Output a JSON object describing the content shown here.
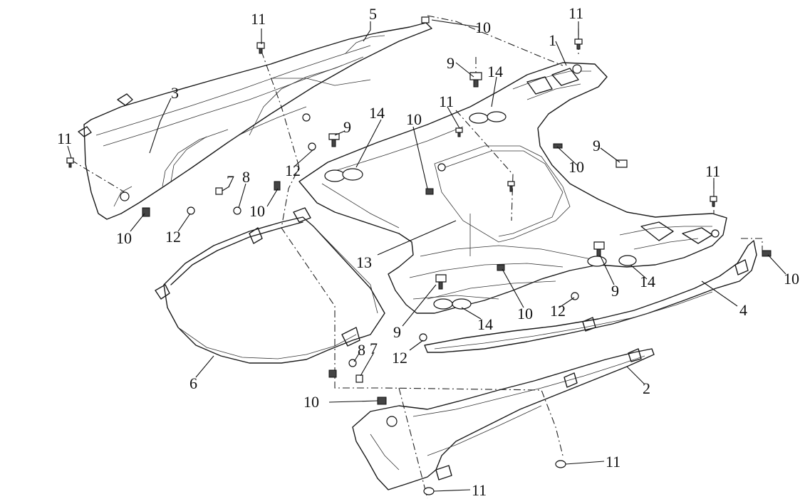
{
  "diagram": {
    "callouts": [
      {
        "id": "c5",
        "text": "5"
      },
      {
        "id": "c11a",
        "text": "11"
      },
      {
        "id": "c10a",
        "text": "10"
      },
      {
        "id": "c11b",
        "text": "11"
      },
      {
        "id": "c1",
        "text": "1"
      },
      {
        "id": "c9a",
        "text": "9"
      },
      {
        "id": "c14a",
        "text": "14"
      },
      {
        "id": "c3",
        "text": "3"
      },
      {
        "id": "c14b",
        "text": "14"
      },
      {
        "id": "c10b",
        "text": "10"
      },
      {
        "id": "c11c",
        "text": "11"
      },
      {
        "id": "c11d",
        "text": "11"
      },
      {
        "id": "c9b",
        "text": "9"
      },
      {
        "id": "c9c",
        "text": "9"
      },
      {
        "id": "c10c",
        "text": "10"
      },
      {
        "id": "c12a",
        "text": "12"
      },
      {
        "id": "c11e",
        "text": "11"
      },
      {
        "id": "c7a",
        "text": "7"
      },
      {
        "id": "c8a",
        "text": "8"
      },
      {
        "id": "c10d",
        "text": "10"
      },
      {
        "id": "c10e",
        "text": "10"
      },
      {
        "id": "c12b",
        "text": "12"
      },
      {
        "id": "c13",
        "text": "13"
      },
      {
        "id": "c10f",
        "text": "10"
      },
      {
        "id": "c9d",
        "text": "9"
      },
      {
        "id": "c14c",
        "text": "14"
      },
      {
        "id": "c4",
        "text": "4"
      },
      {
        "id": "c10g",
        "text": "10"
      },
      {
        "id": "c12c",
        "text": "12"
      },
      {
        "id": "c14d",
        "text": "14"
      },
      {
        "id": "c9e",
        "text": "9"
      },
      {
        "id": "c8b",
        "text": "8"
      },
      {
        "id": "c7b",
        "text": "7"
      },
      {
        "id": "c12d",
        "text": "12"
      },
      {
        "id": "c6",
        "text": "6"
      },
      {
        "id": "c2",
        "text": "2"
      },
      {
        "id": "c10h",
        "text": "10"
      },
      {
        "id": "c11f",
        "text": "11"
      },
      {
        "id": "c11g",
        "text": "11"
      }
    ]
  }
}
